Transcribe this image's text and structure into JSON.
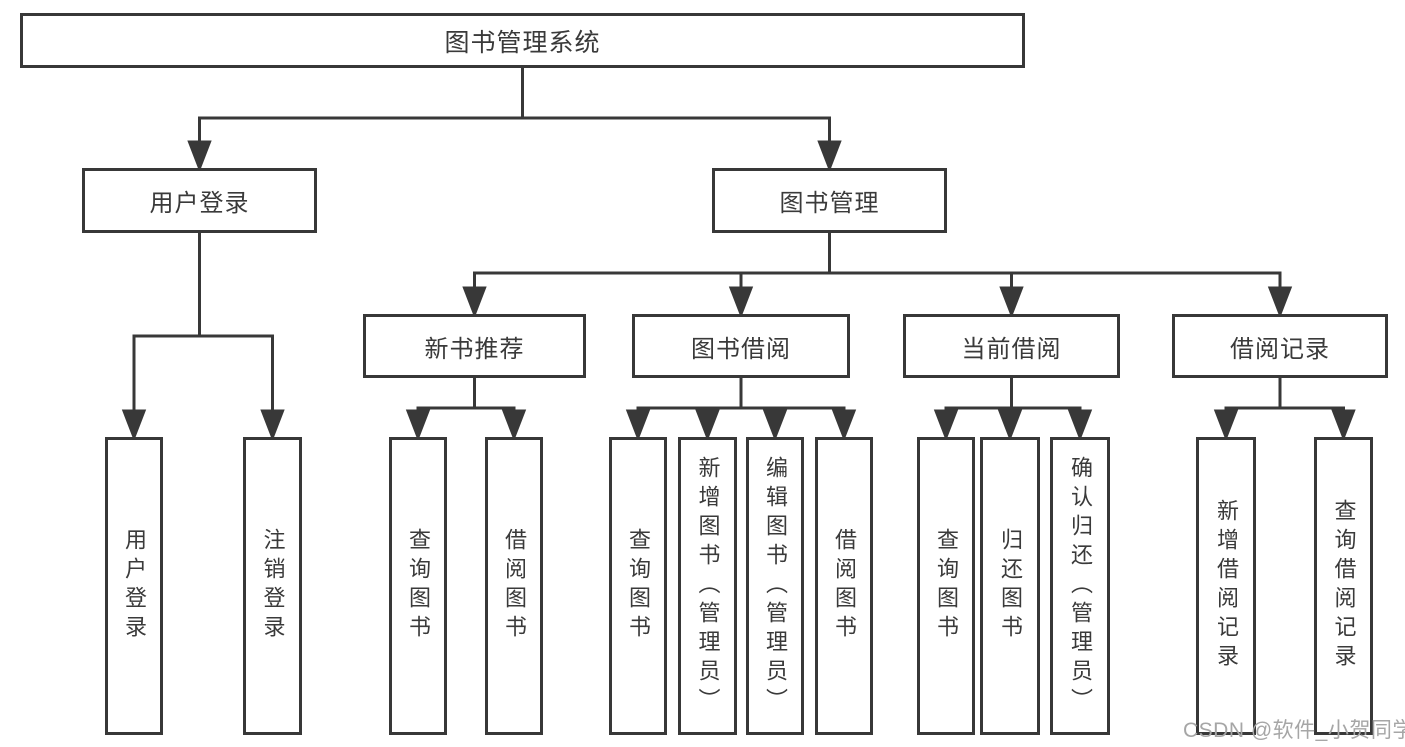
{
  "diagram": {
    "root": {
      "label": "图书管理系统"
    },
    "level1": {
      "user_login": {
        "label": "用户登录"
      },
      "book_mgmt": {
        "label": "图书管理"
      }
    },
    "level2": {
      "new_book_rec": {
        "label": "新书推荐"
      },
      "book_borrow": {
        "label": "图书借阅"
      },
      "current_borrow": {
        "label": "当前借阅"
      },
      "borrow_records": {
        "label": "借阅记录"
      }
    },
    "leaves": {
      "login": "用户登录",
      "logout": "注销登录",
      "nb_query": "查询图书",
      "nb_borrow": "借阅图书",
      "bb_query": "查询图书",
      "bb_add": "新增图书（管理员）",
      "bb_edit": "编辑图书（管理员）",
      "bb_borrow": "借阅图书",
      "cb_query": "查询图书",
      "cb_return": "归还图书",
      "cb_confirm": "确认归还（管理员）",
      "rec_add": "新增借阅记录",
      "rec_query": "查询借阅记录"
    },
    "watermark": "CSDN @软件_小贺同学",
    "colors": {
      "line": "#383838",
      "text": "#3a3a3a",
      "background": "#ffffff",
      "watermark": "#a6a6a6"
    }
  }
}
